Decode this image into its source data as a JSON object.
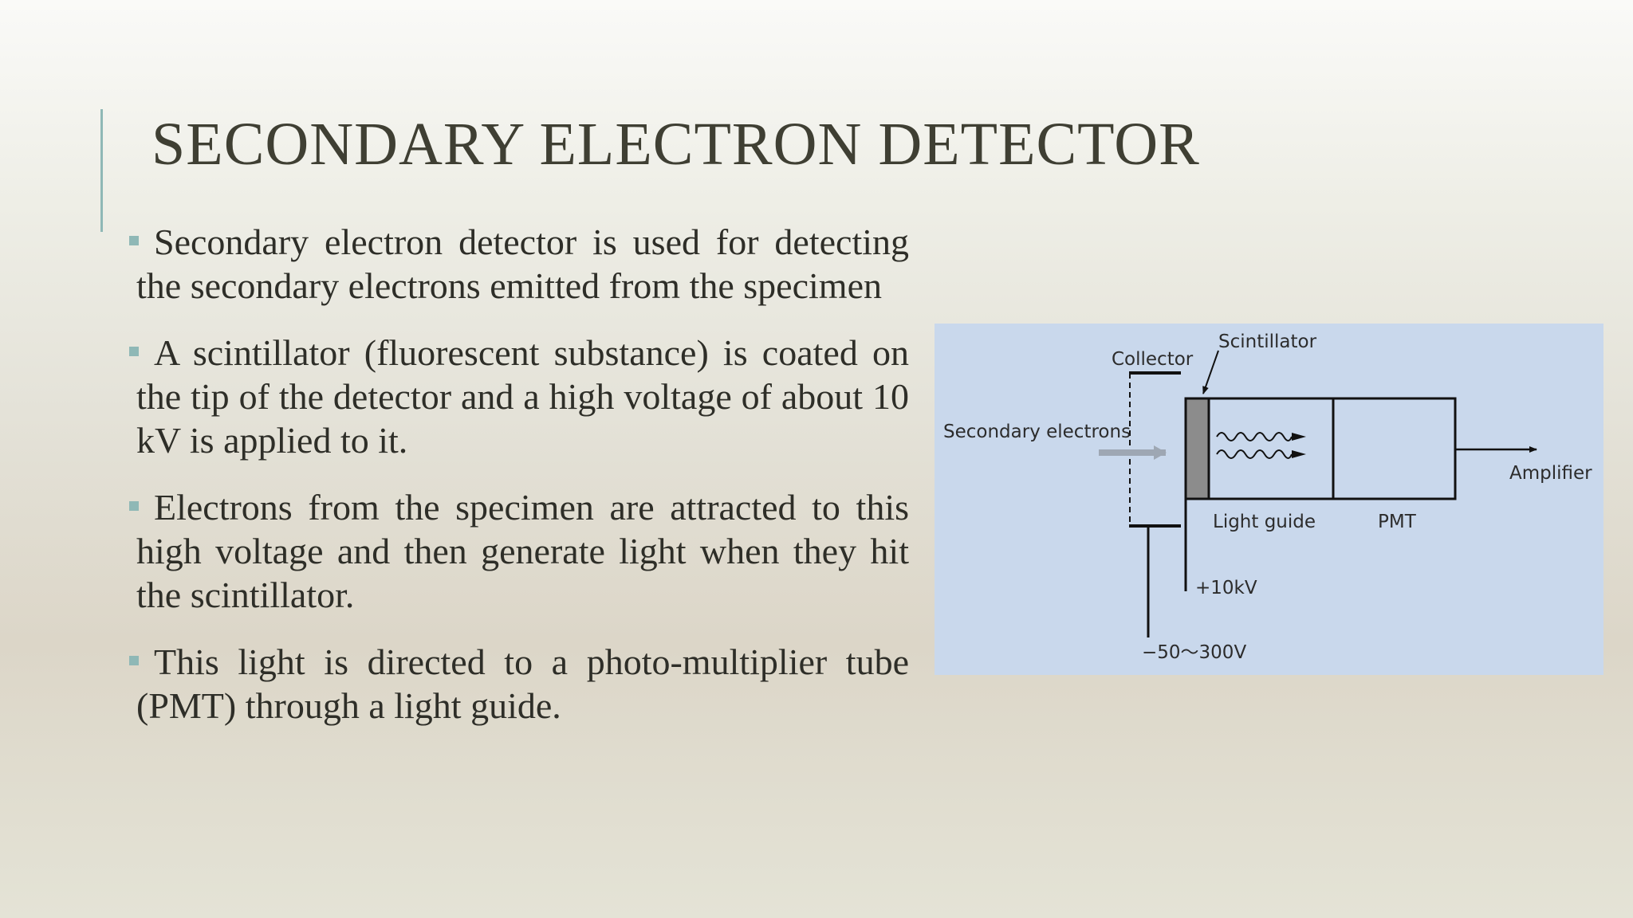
{
  "slide": {
    "title": "SECONDARY ELECTRON DETECTOR",
    "accent_color": "#8fb8b6",
    "bullets": [
      "Secondary electron detector is used for detecting the secondary electrons emitted from the specimen",
      "A scintillator (fluorescent substance) is coated on the tip of the detector and a high voltage of about 10 kV is applied to it.",
      "Electrons from the specimen are attracted to this high voltage and then generate light when they hit the scintillator.",
      "This light is directed to a photo-multiplier tube (PMT) through a light guide."
    ]
  },
  "diagram": {
    "background_color": "#c9d8ec",
    "labels": {
      "scintillator": "Scintillator",
      "collector": "Collector",
      "secondary_electrons": "Secondary electrons",
      "amplifier": "Amplifier",
      "light_guide": "Light guide",
      "pmt": "PMT",
      "plus_voltage": "+10kV",
      "minus_voltage": "−50〜300V"
    }
  }
}
